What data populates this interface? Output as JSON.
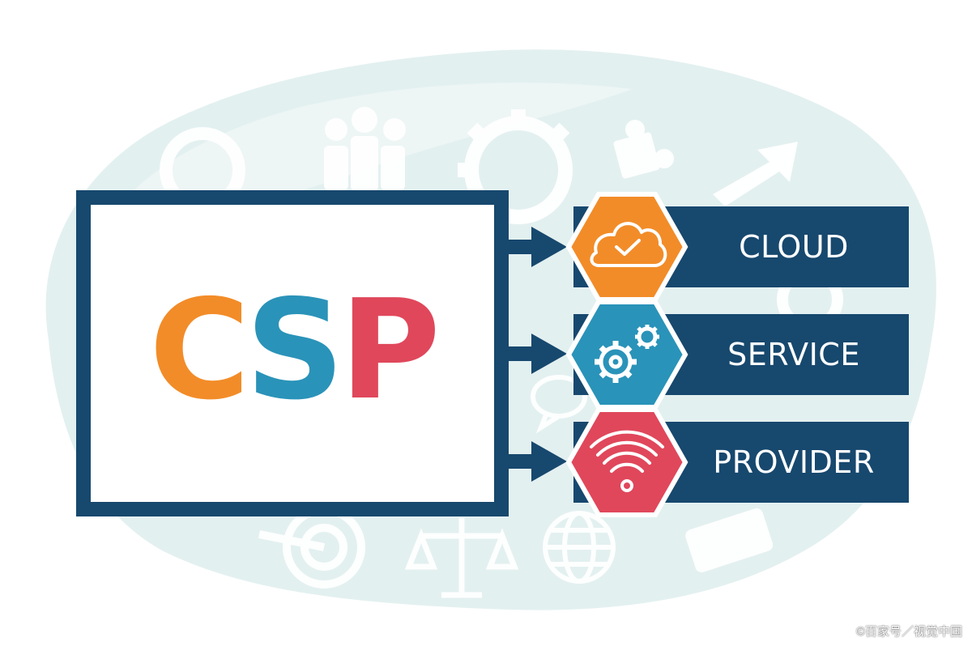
{
  "acronym": {
    "letters": [
      {
        "char": "C",
        "color": "#f28c28"
      },
      {
        "char": "S",
        "color": "#2a93b9"
      },
      {
        "char": "P",
        "color": "#e0475b"
      }
    ]
  },
  "items": [
    {
      "label": "CLOUD",
      "icon": "cloud-check-icon",
      "color": "#f28c28"
    },
    {
      "label": "SERVICE",
      "icon": "gears-icon",
      "color": "#2a93b9"
    },
    {
      "label": "PROVIDER",
      "icon": "wifi-icon",
      "color": "#e0475b"
    }
  ],
  "colors": {
    "navy": "#17486e",
    "background_blob": "#e3f0f0",
    "background_icons": "#ffffff"
  },
  "background_icons": [
    "people-icon",
    "gear-icon",
    "puzzle-icon",
    "arrow-icon",
    "target-icon",
    "scales-icon",
    "globe-icon",
    "chat-icon",
    "handshake-icon"
  ],
  "watermark": "©百家号／视觉中国"
}
